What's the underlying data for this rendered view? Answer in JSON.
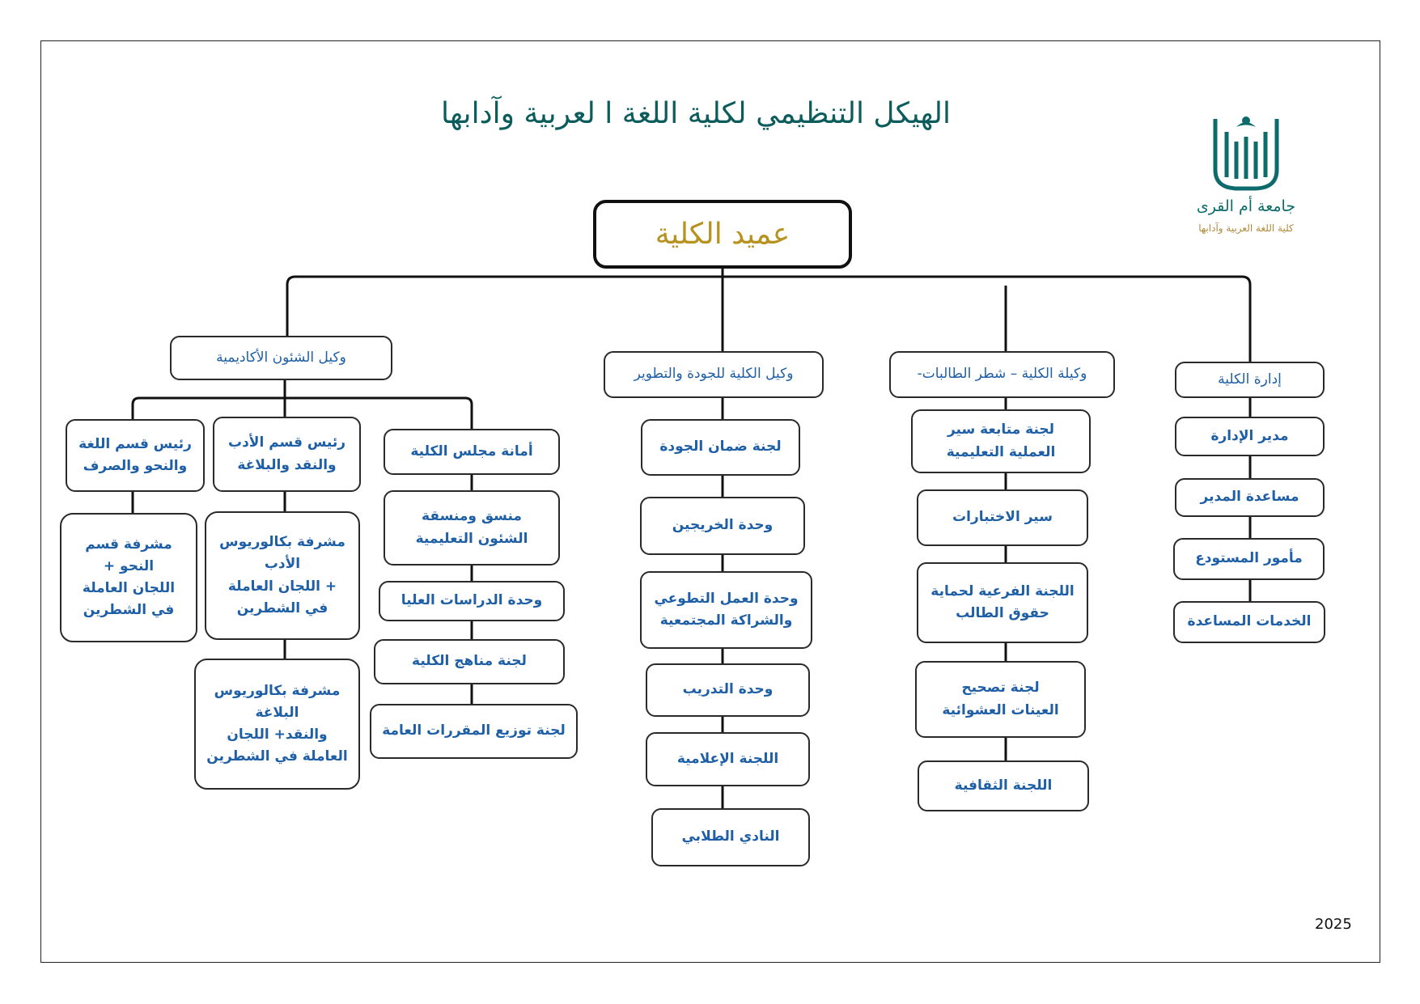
{
  "title": "الهيكل التنظيمي لكلية اللغة ا لعربية وآدابها",
  "logo": {
    "name": "جامعة أم القرى",
    "subtitle": "كلية اللغة العربية وآدابها",
    "icon": "umm-al-qura-emblem-icon",
    "colors": {
      "teal": "#0d6b6b",
      "gold": "#b08a3a"
    }
  },
  "year": "2025",
  "colors": {
    "title": "#0d5c5c",
    "dean": "#b8921e",
    "box_text": "#1f5fa6"
  },
  "dean": "عميد الكلية",
  "columns": {
    "administration": {
      "head": "إدارة الكلية",
      "items": [
        "مدير الإدارة",
        "مساعدة المدير",
        "مأمور المستودع",
        "الخدمات المساعدة"
      ]
    },
    "female_students": {
      "head": "وكيلة الكلية – شطر الطالبات-",
      "items": [
        "لجنة متابعة سير\nالعملية التعليمية",
        "سير الاختبارات",
        "اللجنة الفرعية لحماية\nحقوق الطالب",
        "لجنة  تصحيح\nالعينات العشوائية",
        "اللجنة الثقافية"
      ]
    },
    "quality": {
      "head": "وكيل الكلية للجودة والتطوير",
      "items": [
        "لجنة ضمان الجودة",
        "وحدة الخريجين",
        "وحدة العمل التطوعي\nوالشراكة المجتمعية",
        "وحدة التدريب",
        "اللجنة الإعلامية",
        "النادي الطلابي"
      ]
    },
    "academic": {
      "head": "وكيل الشئون الأكاديمية",
      "council": {
        "head": "أمانة مجلس الكلية",
        "items": [
          "منسق ومنسقة\nالشئون التعليمية",
          "وحدة الدراسات العليا",
          "لجنة مناهج الكلية",
          "لجنة توزيع المقررات العامة"
        ]
      },
      "literature": {
        "head": "رئيس قسم الأدب\nوالنقد والبلاغة",
        "items": [
          "مشرفة بكالوريوس\nالأدب\n+ اللجان  العاملة\nفي الشطرين",
          "مشرفة بكالوريوس\nالبلاغة\nوالنقد+ اللجان\nالعاملة في الشطرين"
        ]
      },
      "language": {
        "head": "رئيس قسم اللغة\nوالنحو والصرف",
        "items": [
          "مشرفة قسم\nالنحو +\nاللجان العاملة\nفي الشطرين"
        ]
      }
    }
  }
}
